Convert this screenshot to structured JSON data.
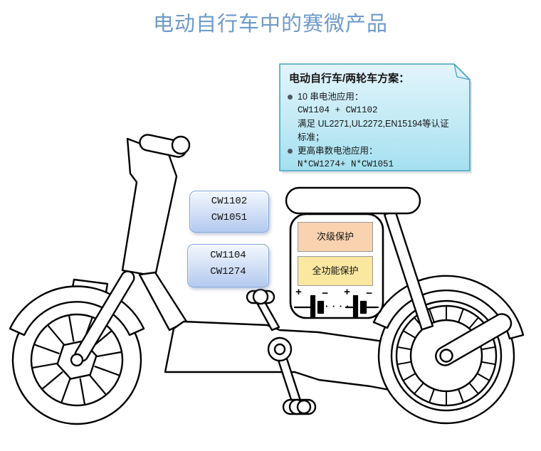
{
  "page": {
    "title": "电动自行车中的赛微产品"
  },
  "callout": {
    "title": "电动自行车/两轮车方案：",
    "lines": [
      {
        "type": "bullet",
        "text": "10 串电池应用："
      },
      {
        "type": "code",
        "text": "CW1104 + CW1102"
      },
      {
        "type": "plain",
        "text": "满足 UL2271,UL2272,EN15194等认证"
      },
      {
        "type": "plain",
        "text": "标准；"
      },
      {
        "type": "bullet",
        "text": "更高串数电池应用："
      },
      {
        "type": "code",
        "text": "N*CW1274+ N*CW1051"
      }
    ]
  },
  "chip_labels": {
    "controller": {
      "line1": "CW1102",
      "line2": "CW1051"
    },
    "battery": {
      "line1": "CW1104",
      "line2": "CW1274"
    }
  },
  "battery_pack": {
    "secondary_protection": "次级保护",
    "full_function_protection": "全功能保护",
    "plus": "+",
    "minus": "−",
    "dots": "·····"
  },
  "colors": {
    "title_blue": "#6e9ac9",
    "callout_fill_top": "#e3f4fb",
    "callout_fill_bottom": "#a4e0f0",
    "callout_border": "#44a1c4",
    "chip_fill_top": "#f3f8fe",
    "chip_fill_bottom": "#b3c9ee",
    "chip_border": "#82a7da",
    "secondary_protection_fill": "#f9d2b0",
    "full_protection_fill": "#fae7a0",
    "line_art": "#000000"
  }
}
